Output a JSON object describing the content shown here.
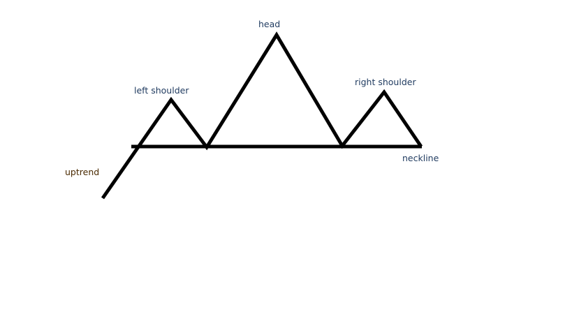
{
  "labels": {
    "head": "head",
    "left_shoulder": "left shoulder",
    "right_shoulder": "right shoulder",
    "neckline": "neckline",
    "uptrend": "uptrend"
  },
  "colors": {
    "line": "#000000",
    "label_blue": "#1f3a5f",
    "label_brown": "#4a2a00"
  }
}
